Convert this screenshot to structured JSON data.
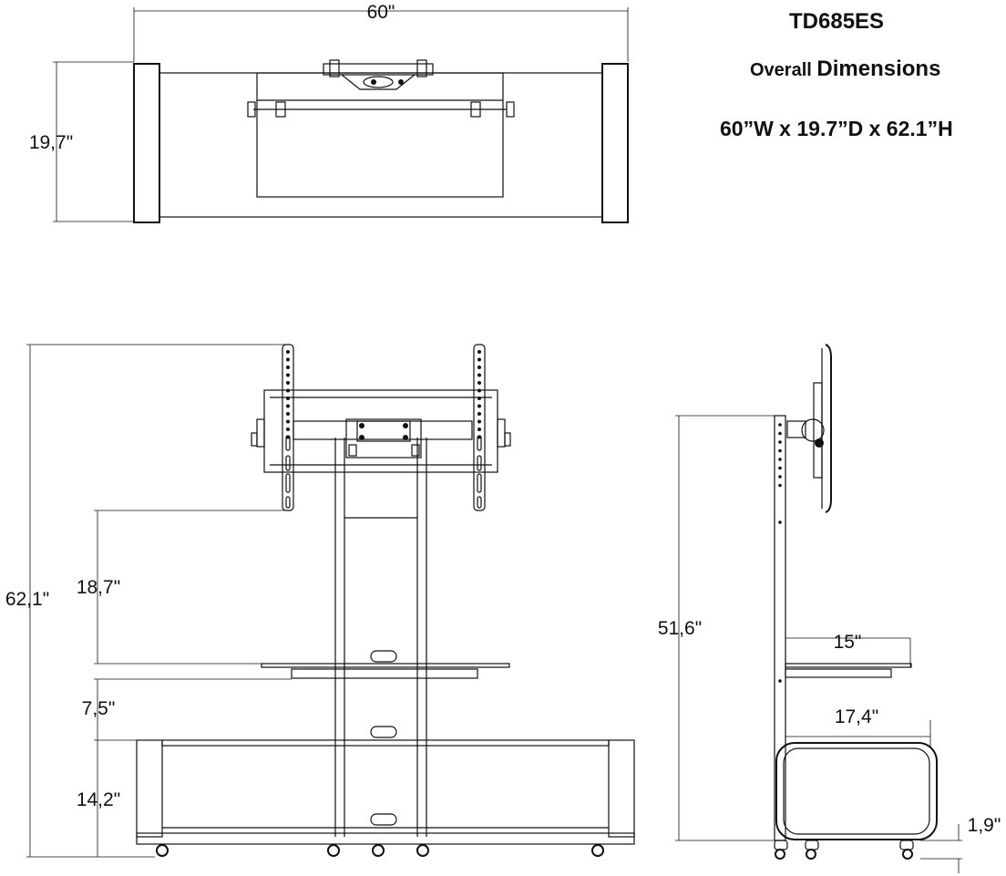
{
  "header": {
    "model": "TD685ES",
    "overall_prefix": "Overall",
    "overall_word": "Dimensions",
    "overall_values": "60”W x 19.7”D x 62.1”H"
  },
  "dimensions": {
    "top_width": "60\"",
    "top_depth": "19,7\"",
    "total_height": "62,1\"",
    "mount_to_shelf": "18,7\"",
    "shelf_gap": "7,5\"",
    "base_height": "14,2\"",
    "side_height": "51,6\"",
    "shelf_depth": "15\"",
    "base_depth": "17,4\"",
    "clearance": "1,9\""
  },
  "colors": {
    "line": "#111111",
    "background": "#ffffff"
  }
}
